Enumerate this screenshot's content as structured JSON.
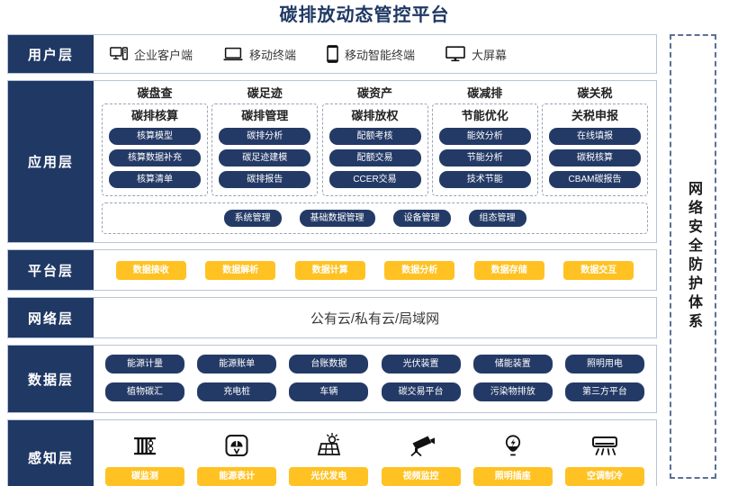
{
  "title": "碳排放动态管控平台",
  "colors": {
    "navy": "#1f3864",
    "pill_navy": "#243a66",
    "amber": "#ffc222",
    "border": "#b9c4da",
    "dashed": "#9aa3b5"
  },
  "security_panel": {
    "label": "网络安全防护体系"
  },
  "layers": {
    "user": {
      "label": "用户层",
      "items": [
        {
          "icon": "desktop-tower-icon",
          "label": "企业客户端"
        },
        {
          "icon": "laptop-icon",
          "label": "移动终端"
        },
        {
          "icon": "smartphone-icon",
          "label": "移动智能终端"
        },
        {
          "icon": "big-screen-icon",
          "label": "大屏幕"
        }
      ]
    },
    "application": {
      "label": "应用层",
      "columns": [
        {
          "title": "碳盘查",
          "subtitle": "碳排核算",
          "items": [
            "核算模型",
            "核算数据补充",
            "核算清单"
          ]
        },
        {
          "title": "碳足迹",
          "subtitle": "碳排管理",
          "items": [
            "碳排分析",
            "碳足迹建模",
            "碳排报告"
          ]
        },
        {
          "title": "碳资产",
          "subtitle": "碳排放权",
          "items": [
            "配额考核",
            "配额交易",
            "CCER交易"
          ]
        },
        {
          "title": "碳减排",
          "subtitle": "节能优化",
          "items": [
            "能效分析",
            "节能分析",
            "技术节能"
          ]
        },
        {
          "title": "碳关税",
          "subtitle": "关税申报",
          "items": [
            "在线填报",
            "碳税核算",
            "CBAM碳报告"
          ]
        }
      ],
      "bottom_items": [
        "系统管理",
        "基础数据管理",
        "设备管理",
        "组态管理"
      ]
    },
    "platform": {
      "label": "平台层",
      "items": [
        "数据接收",
        "数据解析",
        "数据计算",
        "数据分析",
        "数据存储",
        "数据交互"
      ]
    },
    "network": {
      "label": "网络层",
      "text": "公有云/私有云/局域网"
    },
    "data": {
      "label": "数据层",
      "row1": [
        "能源计量",
        "能源账单",
        "台账数据",
        "光伏装置",
        "储能装置",
        "照明用电"
      ],
      "row2": [
        "植物碳汇",
        "充电桩",
        "车辆",
        "碳交易平台",
        "污染物排放",
        "第三方平台"
      ]
    },
    "sense": {
      "label": "感知层",
      "items": [
        {
          "icon": "carbon-monitor-icon",
          "label": "碳监测"
        },
        {
          "icon": "energy-meter-icon",
          "label": "能源表计"
        },
        {
          "icon": "solar-panel-icon",
          "label": "光伏发电"
        },
        {
          "icon": "cctv-camera-icon",
          "label": "视频监控"
        },
        {
          "icon": "light-bulb-icon",
          "label": "照明插座"
        },
        {
          "icon": "air-conditioner-icon",
          "label": "空调制冷"
        }
      ]
    }
  }
}
